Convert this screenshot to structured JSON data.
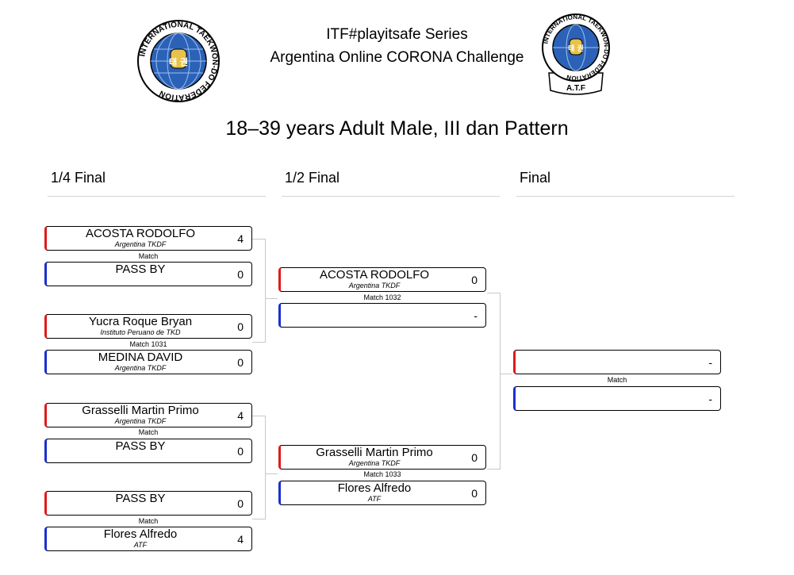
{
  "header": {
    "line1": "ITF#playitsafe Series",
    "line2": "Argentina Online CORONA Challenge",
    "category": "18–39 years Adult Male, III dan Pattern"
  },
  "logos": {
    "left_ring_text": "INTERNATIONAL TAEKWON-DO FEDERATION",
    "left_korean": "태 권",
    "right_ring_text": "INTERNATIONAL TAEKWON-DO FEDERATION",
    "right_korean": "태 권",
    "right_caption": "A.T.F"
  },
  "rounds": {
    "r1": "1/4 Final",
    "r2": "1/2 Final",
    "r3": "Final"
  },
  "quarter": {
    "m1": {
      "label": "Match",
      "red": {
        "name": "ACOSTA RODOLFO",
        "club": "Argentina TKDF",
        "score": "4"
      },
      "blue": {
        "name": "PASS BY",
        "club": "",
        "score": "0"
      }
    },
    "m2": {
      "label": "Match 1031",
      "red": {
        "name": "Yucra Roque Bryan",
        "club": "Instituto Peruano de TKD",
        "score": "0"
      },
      "blue": {
        "name": "MEDINA DAVID",
        "club": "Argentina TKDF",
        "score": "0"
      }
    },
    "m3": {
      "label": "Match",
      "red": {
        "name": "Grasselli Martin Primo",
        "club": "Argentina TKDF",
        "score": "4"
      },
      "blue": {
        "name": "PASS BY",
        "club": "",
        "score": "0"
      }
    },
    "m4": {
      "label": "Match",
      "red": {
        "name": "PASS BY",
        "club": "",
        "score": "0"
      },
      "blue": {
        "name": "Flores Alfredo",
        "club": "ATF",
        "score": "4"
      }
    }
  },
  "semi": {
    "m1": {
      "label": "Match 1032",
      "red": {
        "name": "ACOSTA RODOLFO",
        "club": "Argentina TKDF",
        "score": "0"
      },
      "blue": {
        "name": "",
        "club": "",
        "score": "-"
      }
    },
    "m2": {
      "label": "Match 1033",
      "red": {
        "name": "Grasselli Martin Primo",
        "club": "Argentina TKDF",
        "score": "0"
      },
      "blue": {
        "name": "Flores Alfredo",
        "club": "ATF",
        "score": "0"
      }
    }
  },
  "final": {
    "label": "Match",
    "red": {
      "name": "",
      "club": "",
      "score": "-"
    },
    "blue": {
      "name": "",
      "club": "",
      "score": "-"
    }
  },
  "colors": {
    "red_corner": "#e01a1a",
    "blue_corner": "#1a2fd0",
    "logo_blue": "#2b62b8",
    "logo_gold": "#e8c24a"
  }
}
